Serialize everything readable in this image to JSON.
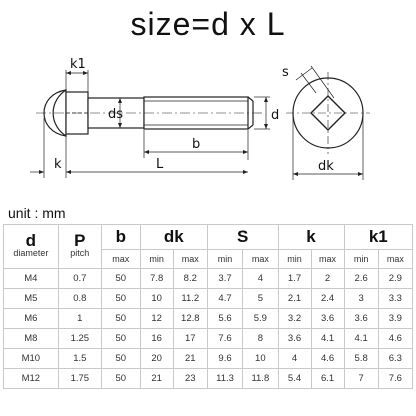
{
  "title": "size=d x L",
  "drawing": {
    "labels": {
      "k1": "k1",
      "ds": "ds",
      "d_side": "d",
      "b": "b",
      "L": "L",
      "k": "k",
      "s": "s",
      "dk": "dk"
    }
  },
  "unit_label": "unit : mm",
  "table": {
    "header": {
      "d": "d",
      "d_sub": "diameter",
      "P": "P",
      "P_sub": "pitch",
      "b": "b",
      "dk": "dk",
      "S": "S",
      "k": "k",
      "k1": "k1"
    },
    "subheader": {
      "max": "max",
      "min": "min"
    },
    "rows": [
      [
        "M4",
        "0.7",
        "50",
        "7.8",
        "8.2",
        "3.7",
        "4",
        "1.7",
        "2",
        "2.6",
        "2.9"
      ],
      [
        "M5",
        "0.8",
        "50",
        "10",
        "11.2",
        "4.7",
        "5",
        "2.1",
        "2.4",
        "3",
        "3.3"
      ],
      [
        "M6",
        "1",
        "50",
        "12",
        "12.8",
        "5.6",
        "5.9",
        "3.2",
        "3.6",
        "3.6",
        "3.9"
      ],
      [
        "M8",
        "1.25",
        "50",
        "16",
        "17",
        "7.6",
        "8",
        "3.6",
        "4.1",
        "4.1",
        "4.6"
      ],
      [
        "M10",
        "1.5",
        "50",
        "20",
        "21",
        "9.6",
        "10",
        "4",
        "4.6",
        "5.8",
        "6.3"
      ],
      [
        "M12",
        "1.75",
        "50",
        "21",
        "23",
        "11.3",
        "11.8",
        "5.4",
        "6.1",
        "7",
        "7.6"
      ]
    ]
  }
}
